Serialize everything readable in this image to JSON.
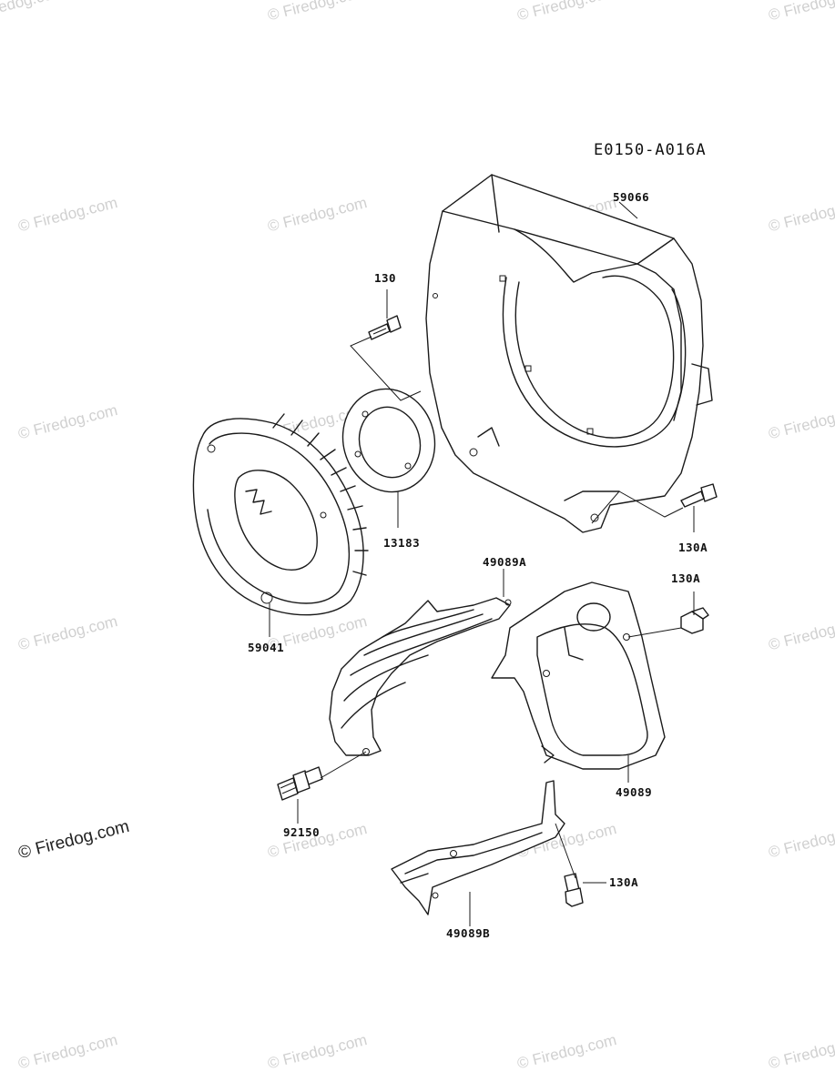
{
  "diagram": {
    "reference_code": "E0150-A016A",
    "watermark_text": "© Firedog.com",
    "watermark_primary_text": "© Firedog.com",
    "parts": {
      "p59066": "59066",
      "p130": "130",
      "p13183": "13183",
      "p59041": "59041",
      "p130A_top": "130A",
      "p49089A": "49089A",
      "p130A_mid": "130A",
      "p49089": "49089",
      "p92150": "92150",
      "p130A_bot": "130A",
      "p49089B": "49089B"
    }
  }
}
